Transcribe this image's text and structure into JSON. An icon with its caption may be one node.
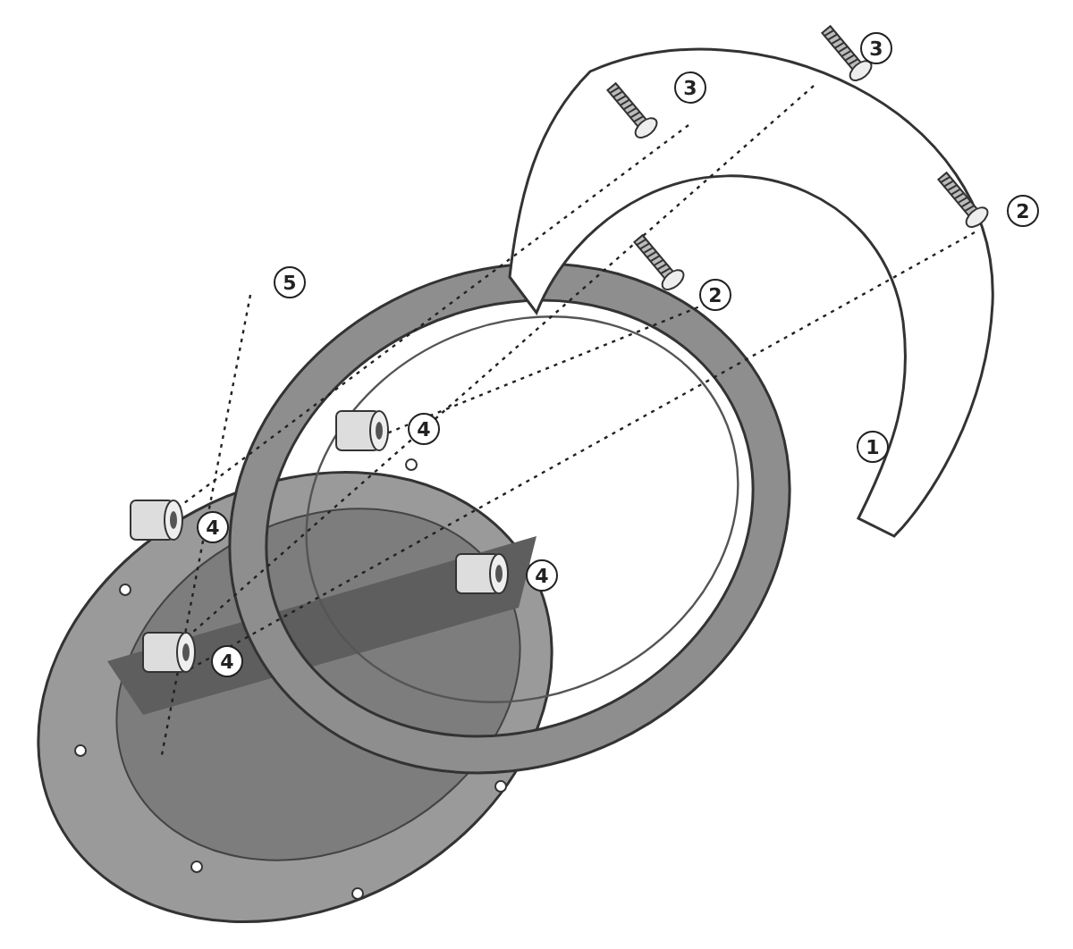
{
  "diagram": {
    "labels": [
      "3",
      "3",
      "2",
      "5",
      "2",
      "4",
      "1",
      "4",
      "4",
      "4"
    ]
  }
}
